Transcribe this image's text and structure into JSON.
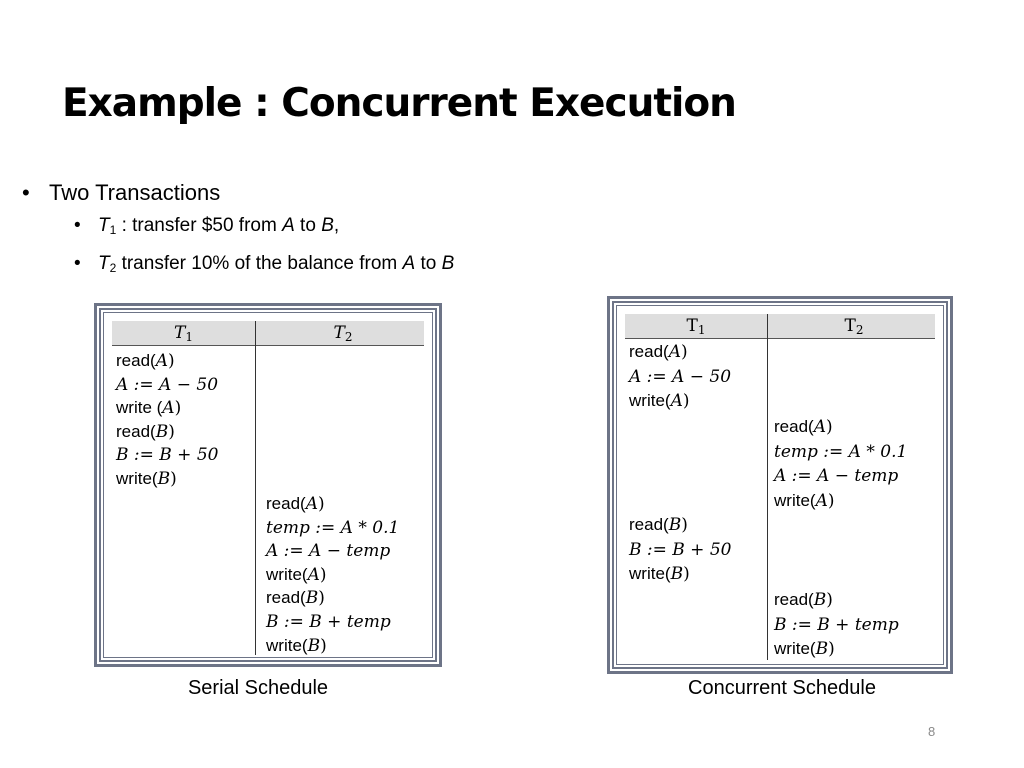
{
  "slide": {
    "title": "Example : Concurrent Execution",
    "page_number": "8"
  },
  "bullets": {
    "main": "Two Transactions",
    "items": [
      {
        "prefix": "T",
        "sub": "1",
        "text_a": " : transfer $50 from ",
        "var_a": "A",
        "text_b": " to ",
        "var_b": "B",
        "text_c": ","
      },
      {
        "prefix": "T",
        "sub": "2",
        "text_a": " transfer 10% of the balance from ",
        "var_a": "A",
        "text_b": " to ",
        "var_b": "B",
        "text_c": ""
      }
    ]
  },
  "serial_schedule": {
    "caption": "Serial Schedule",
    "headers": [
      {
        "label": "T",
        "sub": "1"
      },
      {
        "label": "T",
        "sub": "2"
      }
    ],
    "t1_ops": [
      {
        "fn": "read(",
        "arg": "A",
        "close": ")"
      },
      {
        "expr": "A := A − 50"
      },
      {
        "fn": "write (",
        "arg": "A",
        "close": ")"
      },
      {
        "fn": "read(",
        "arg": "B",
        "close": ")"
      },
      {
        "expr": "B := B + 50"
      },
      {
        "fn": "write(",
        "arg": "B",
        "close": ")"
      }
    ],
    "t2_ops": [
      {
        "fn": "read(",
        "arg": "A",
        "close": ")"
      },
      {
        "expr": "temp := A * 0.1"
      },
      {
        "expr": "A := A −  temp"
      },
      {
        "fn": "write(",
        "arg": "A",
        "close": ")"
      },
      {
        "fn": "read(",
        "arg": "B",
        "close": ")"
      },
      {
        "expr": "B := B + temp"
      },
      {
        "fn": "write(",
        "arg": "B",
        "close": ")"
      }
    ]
  },
  "concurrent_schedule": {
    "caption": "Concurrent Schedule",
    "headers": [
      {
        "label": "T",
        "sub": "1"
      },
      {
        "label": "T",
        "sub": "2"
      }
    ],
    "t1_block_1": [
      {
        "fn": "read(",
        "arg": "A",
        "close": ")"
      },
      {
        "expr": "A := A  − 50"
      },
      {
        "fn": "write(",
        "arg": "A",
        "close": ")"
      }
    ],
    "t2_block_1": [
      {
        "fn": "read(",
        "arg": "A",
        "close": ")"
      },
      {
        "expr": "temp := A * 0.1"
      },
      {
        "expr": "A := A −  temp"
      },
      {
        "fn": "write(",
        "arg": "A",
        "close": ")"
      }
    ],
    "t1_block_2": [
      {
        "fn": "read(",
        "arg": "B",
        "close": ")"
      },
      {
        "expr": "B := B + 50"
      },
      {
        "fn": "write(",
        "arg": "B",
        "close": ")"
      }
    ],
    "t2_block_2": [
      {
        "fn": "read(",
        "arg": "B",
        "close": ")"
      },
      {
        "expr": "B := B + temp"
      },
      {
        "fn": "write(",
        "arg": "B",
        "close": ")"
      }
    ]
  }
}
